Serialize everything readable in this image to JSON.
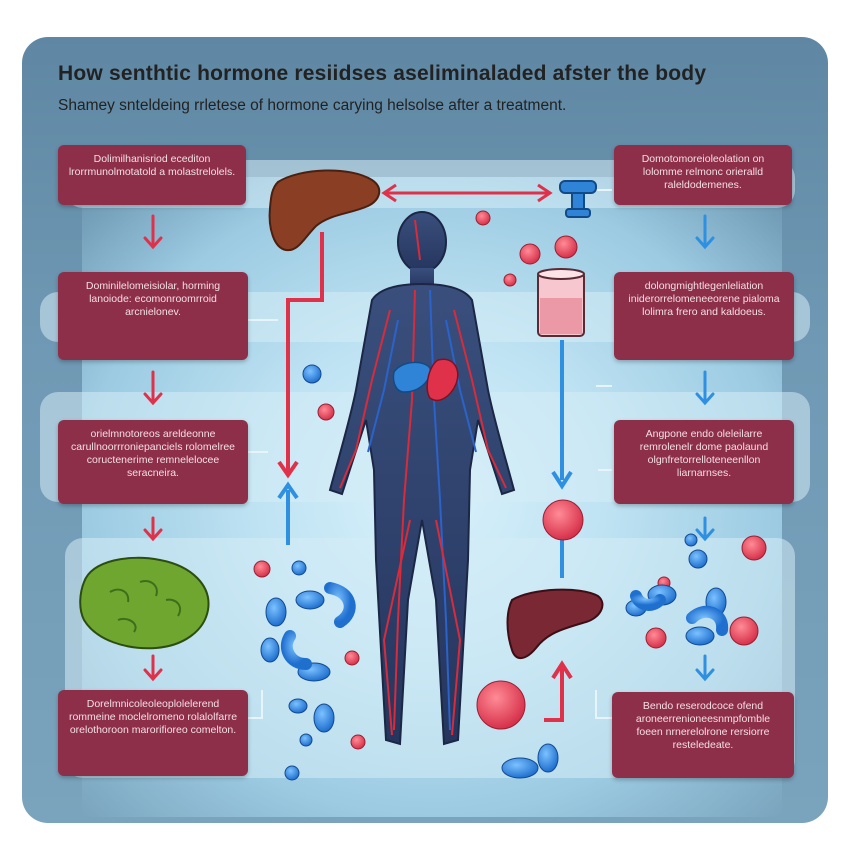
{
  "title": "How senthtic hormone resiidses aseliminaladed afster the body",
  "subtitle": "Shamey snteldeing rrletese of hormone carying helsolse after a treatment.",
  "left_boxes": [
    {
      "text": "Dolimilhanisriod ecediton lrorrmunolmotatold a molastrelolels."
    },
    {
      "text": "Dominilelomeisiolar, horming lanoiode: ecomonroomrroid arcnielonev."
    },
    {
      "text": "orielmnotoreos areldeonne carullnoorrroniepanciels rolomelree coructenerime remnelelocee seracneira."
    },
    {
      "text": "Dorelmnicoleoleoplolelerend rommeine moclelromeno rolalolfarre orelothoroon marorifioreo comelton."
    }
  ],
  "right_boxes": [
    {
      "text": "Domotomoreioleolation on lolomme relmonc orieralld raleldodemenes."
    },
    {
      "text": "dolongmightlegenleliation iniderorrelomeneeorene pialoma lolimra frero and kaldoeus."
    },
    {
      "text": "Angpone endo oleleilarre remrolenelr dome paolaund olgnfretorrelloteneenllon liarnarnses."
    },
    {
      "text": "Bendo reserodcoce ofend aroneerrenioneesnmpfomble foeen nrnerelolrone rersiorre resteledeate."
    }
  ],
  "colors": {
    "frame": "#6a93ae",
    "box": "#8e2f4a",
    "box_text": "#f3dfe4",
    "red_arrow": "#e0314a",
    "blue_arrow": "#2f8fe0",
    "liver": "#8a3f24",
    "kidney_left": "#6ea630",
    "body": "#2c3e66",
    "vessel_red": "#d92b3a",
    "vessel_blue": "#2a63c9",
    "droplet_red": "#e24a5e",
    "droplet_blue": "#2f84d8"
  },
  "icons": [
    "liver-icon",
    "faucet-icon",
    "beaker-icon",
    "kidney-icon",
    "liver-small-icon",
    "human-body-icon"
  ]
}
